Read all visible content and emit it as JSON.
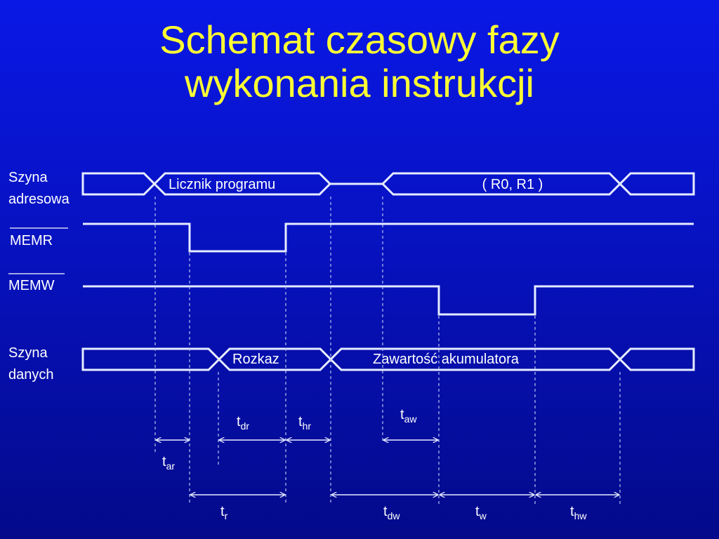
{
  "title": {
    "line1": "Schemat czasowy fazy",
    "line2": "wykonania instrukcji"
  },
  "signals": {
    "address_bus": {
      "line1": "Szyna",
      "line2": "adresowa"
    },
    "memr": "MEMR",
    "memw": "MEMW",
    "data_bus": {
      "line1": "Szyna",
      "line2": "danych"
    }
  },
  "bus_values": {
    "program_counter": "Licznik programu",
    "address_operand": "( R0, R1 )",
    "instruction": "Rozkaz",
    "accumulator": "Zawartość  akumulatora"
  },
  "timings": {
    "t_ar": {
      "main": "t",
      "sub": "ar"
    },
    "t_dr": {
      "main": "t",
      "sub": "dr"
    },
    "t_hr": {
      "main": "t",
      "sub": "hr"
    },
    "t_aw": {
      "main": "t",
      "sub": "aw"
    },
    "t_r": {
      "main": "t",
      "sub": "r"
    },
    "t_dw": {
      "main": "t",
      "sub": "dw"
    },
    "t_w": {
      "main": "t",
      "sub": "w"
    },
    "t_hw": {
      "main": "t",
      "sub": "hw"
    }
  },
  "colors": {
    "background": "#0712c0",
    "title": "#ffff33",
    "line": "#e6ecff",
    "text": "#ffffff",
    "guide": "#b8c4f0"
  }
}
